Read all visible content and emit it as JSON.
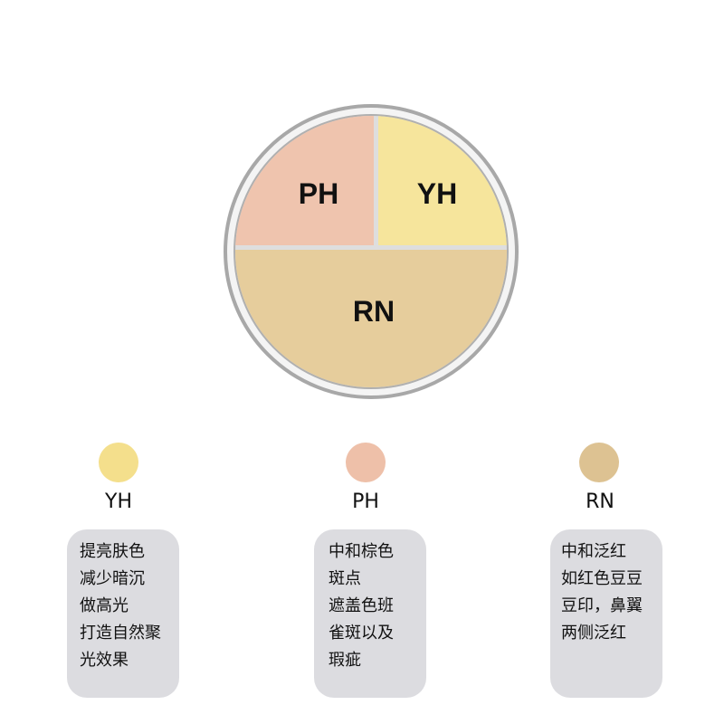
{
  "compact": {
    "sections": [
      {
        "code": "PH",
        "color": "#efc4ae"
      },
      {
        "code": "YH",
        "color": "#f6e59c"
      },
      {
        "code": "RN",
        "color": "#e6cd9c"
      }
    ]
  },
  "products": [
    {
      "code": "YH",
      "color": "#f4df8c",
      "lines": [
        "提亮肤色",
        "减少暗沉",
        "做高光",
        "打造自然聚",
        "光效果"
      ]
    },
    {
      "code": "PH",
      "color": "#eec0a9",
      "lines": [
        "中和棕色",
        "斑点",
        "遮盖色班",
        "雀斑以及",
        "瑕疵"
      ]
    },
    {
      "code": "RN",
      "color": "#ddc292",
      "lines": [
        "中和泛红",
        "如红色豆豆",
        "豆印，鼻翼",
        "两侧泛红"
      ]
    }
  ]
}
